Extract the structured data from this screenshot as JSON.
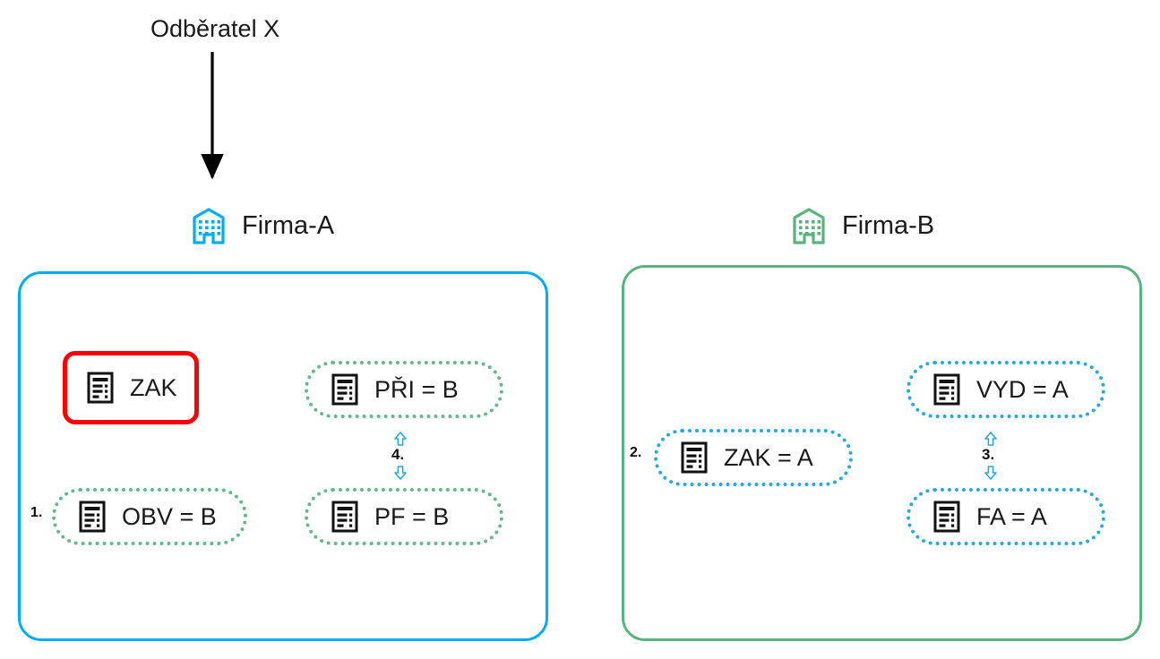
{
  "diagram": {
    "title": "Odběratel X",
    "colors": {
      "firma_a": "#00AEEF",
      "firma_b": "#59B37C",
      "highlight": "#FF0000",
      "node_green": "#63B98C",
      "node_blue": "#26A9E0",
      "arrow": "#000000"
    }
  },
  "companies": [
    {
      "id": "firma-a",
      "name": "Firma-A",
      "icon": "building-icon",
      "color": "#00AEEF"
    },
    {
      "id": "firma-b",
      "name": "Firma-B",
      "icon": "building-icon",
      "color": "#59B37C"
    }
  ],
  "firma_a": {
    "nodes": [
      {
        "id": "zak-a",
        "label": "ZAK",
        "icon": "document-icon",
        "style": "solid-red"
      },
      {
        "id": "pri-b",
        "label": "PŘI = B",
        "icon": "document-icon",
        "style": "dotted-green"
      },
      {
        "id": "obv-b",
        "label": "OBV = B",
        "icon": "document-icon",
        "style": "dotted-green"
      },
      {
        "id": "pf-b",
        "label": "PF = B",
        "icon": "document-icon",
        "style": "dotted-green"
      }
    ],
    "steps": [
      {
        "id": "step-1",
        "label": "1.",
        "near": "obv-b"
      },
      {
        "id": "step-4",
        "label": "4.",
        "near": "pri-b/pf-b"
      }
    ]
  },
  "firma_b": {
    "nodes": [
      {
        "id": "zak-b",
        "label": "ZAK = A",
        "icon": "document-icon",
        "style": "dotted-blue"
      },
      {
        "id": "vyd-a",
        "label": "VYD = A",
        "icon": "document-icon",
        "style": "dotted-blue"
      },
      {
        "id": "fa-a",
        "label": "FA = A",
        "icon": "document-icon",
        "style": "dotted-blue"
      }
    ],
    "steps": [
      {
        "id": "step-2",
        "label": "2.",
        "near": "zak-b"
      },
      {
        "id": "step-3",
        "label": "3.",
        "near": "vyd-a/fa-a"
      }
    ]
  },
  "connectors": [
    {
      "id": "customer-to-firma-a",
      "from": "Odběratel X",
      "to": "Firma-A",
      "type": "straight-down-arrow"
    },
    {
      "id": "obv-to-pri",
      "from": "OBV = B",
      "to": "PŘI = B",
      "type": "elbow-arrow"
    },
    {
      "id": "obv-to-pf",
      "from": "OBV = B",
      "to": "PF = B",
      "type": "elbow-arrow"
    },
    {
      "id": "zak-to-vyd",
      "from": "ZAK = A",
      "to": "VYD = A",
      "type": "elbow-arrow"
    },
    {
      "id": "zak-to-fa",
      "from": "ZAK = A",
      "to": "FA = A",
      "type": "elbow-arrow"
    },
    {
      "id": "pri-pf-link",
      "from": "PŘI = B",
      "to": "PF = B",
      "type": "bidirectional-hollow"
    },
    {
      "id": "vyd-fa-link",
      "from": "VYD = A",
      "to": "FA = A",
      "type": "bidirectional-hollow"
    }
  ]
}
